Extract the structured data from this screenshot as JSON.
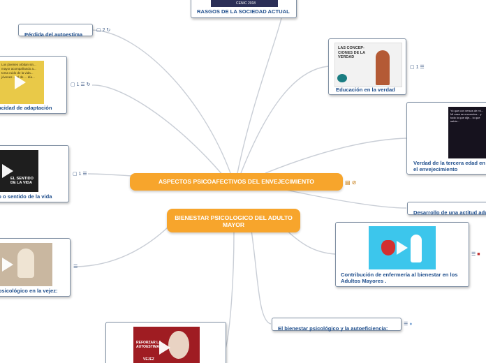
{
  "central": {
    "main": "ASPECTOS PSICOAFECTIVOS DEL ENVEJECIMIENTO",
    "sub": "BIENESTAR PSICOLOGICO DEL ADULTO MAYOR"
  },
  "topics": {
    "rasgos": "RASGOS DE LA SOCIEDAD ACTUAL",
    "rasgos_thumb_text": "CENIC 2018",
    "perdida": "Pérdida del autoestima",
    "perdida_badge": "2",
    "capacidad": "Capacidad de adaptación",
    "capacidad_badge": "1",
    "capacidad_thumb_text": "Los jóvenes orbitan sin... mayor acompañando a... toma ruido de la vida... jóvenes ... al de ... día...",
    "sentido": "Significado o sentido de la vida",
    "sentido_badge": "1",
    "sentido_thumb_text": "EL SENTIDO DE LA VIDA",
    "bienestar_vejez": "Bienestar psicológico en la vejez:",
    "educacion": "Educación en la verdad",
    "educacion_badge": "1",
    "educacion_thumb_text": "LAS CONCEP- CIONES DE LA VERDAD",
    "verdad_tercera": "Verdad de la tercera edad en el envejecimiento",
    "verdad_thumb_text": "Yo que con versos de mi... Mi casa se encuentra... y todo lo que dije... lo que sabía...",
    "desarrollo": "Desarrollo de una actitud adulta",
    "contribucion": "Contribución de enfermería al bienestar en los Adultos Mayores .",
    "autoeficiencia": "El bienestar psicológico y la autoeficiencia:",
    "autoestima_thumb_top": "REFORZAR LA AUTOESTIMA",
    "autoestima_thumb_bottom": "VEJEZ"
  },
  "colors": {
    "central_fill": "#f7a52c",
    "label_text": "#1f4e8c",
    "connector": "#c9ced6"
  }
}
